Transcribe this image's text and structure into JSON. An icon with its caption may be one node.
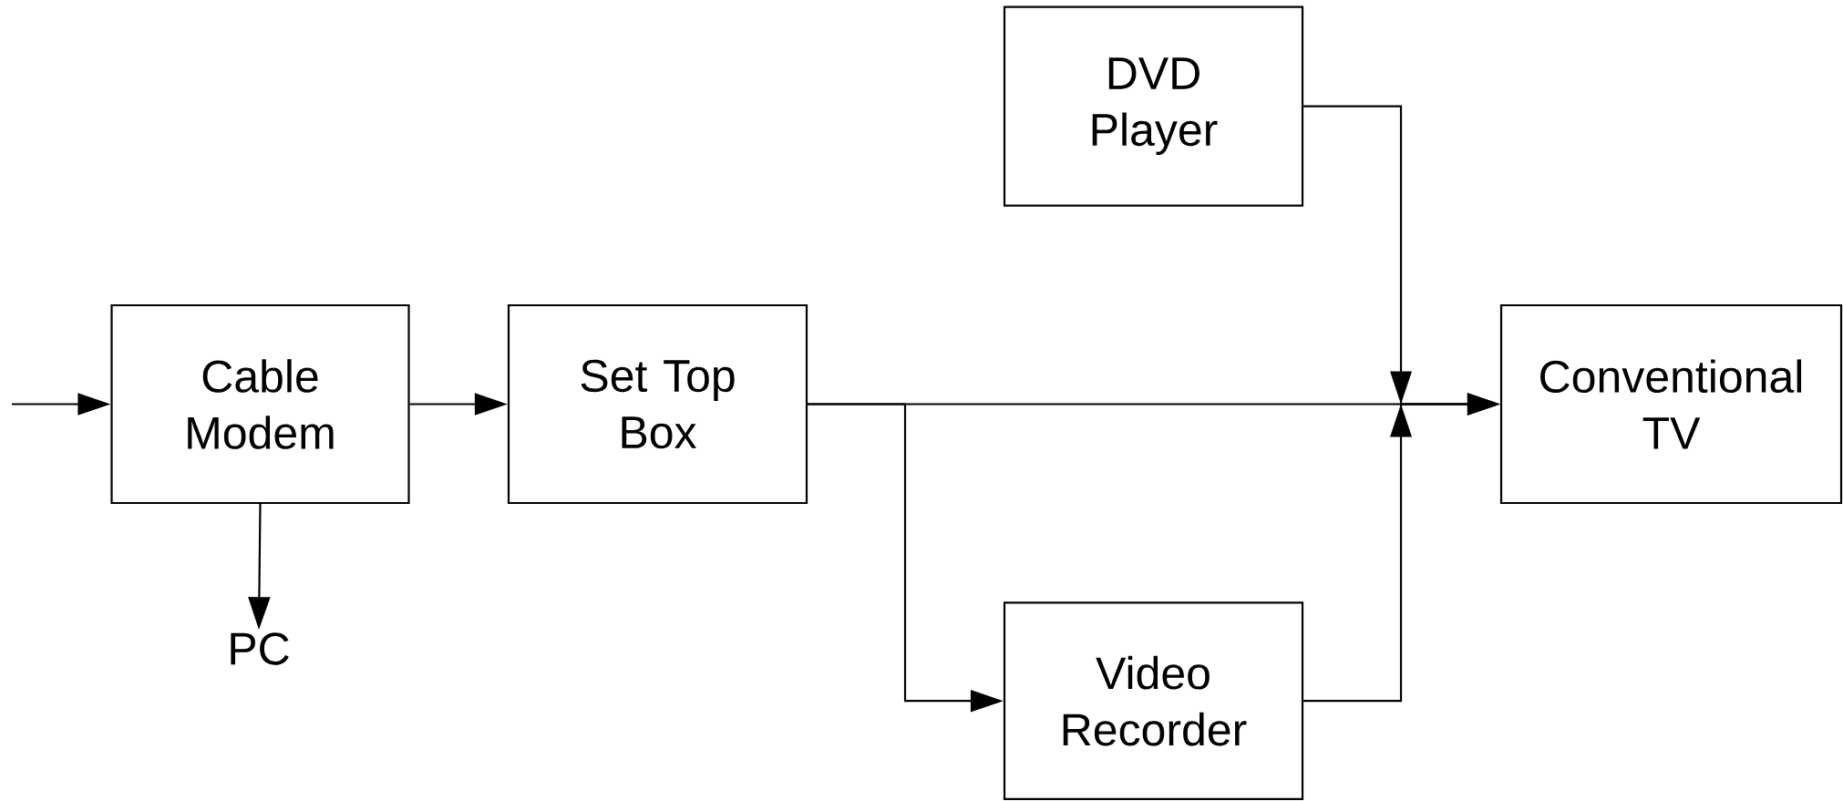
{
  "diagram": {
    "nodes": [
      {
        "text": [
          "Cable Modem"
        ]
      },
      {
        "text": [
          "PC"
        ]
      },
      {
        "text": [
          "Set Top Box"
        ]
      },
      {
        "text": [
          "DVD Player"
        ]
      },
      {
        "text": [
          "Video Recorder"
        ]
      },
      {
        "text": [
          "Conventional TV"
        ]
      }
    ],
    "edges": [
      {
        "from": null,
        "to": 0,
        "arrow": "to"
      },
      {
        "from": 0,
        "to": 2,
        "arrow": "to"
      },
      {
        "from": 0,
        "to": 1,
        "arrow": "to"
      },
      {
        "from": 2,
        "to": 5,
        "arrow": "to"
      },
      {
        "from": 2,
        "to": 4,
        "arrow": "to"
      },
      {
        "from": 3,
        "to": 5,
        "arrow": "to"
      },
      {
        "from": 4,
        "to": 5,
        "arrow": "to"
      }
    ]
  }
}
